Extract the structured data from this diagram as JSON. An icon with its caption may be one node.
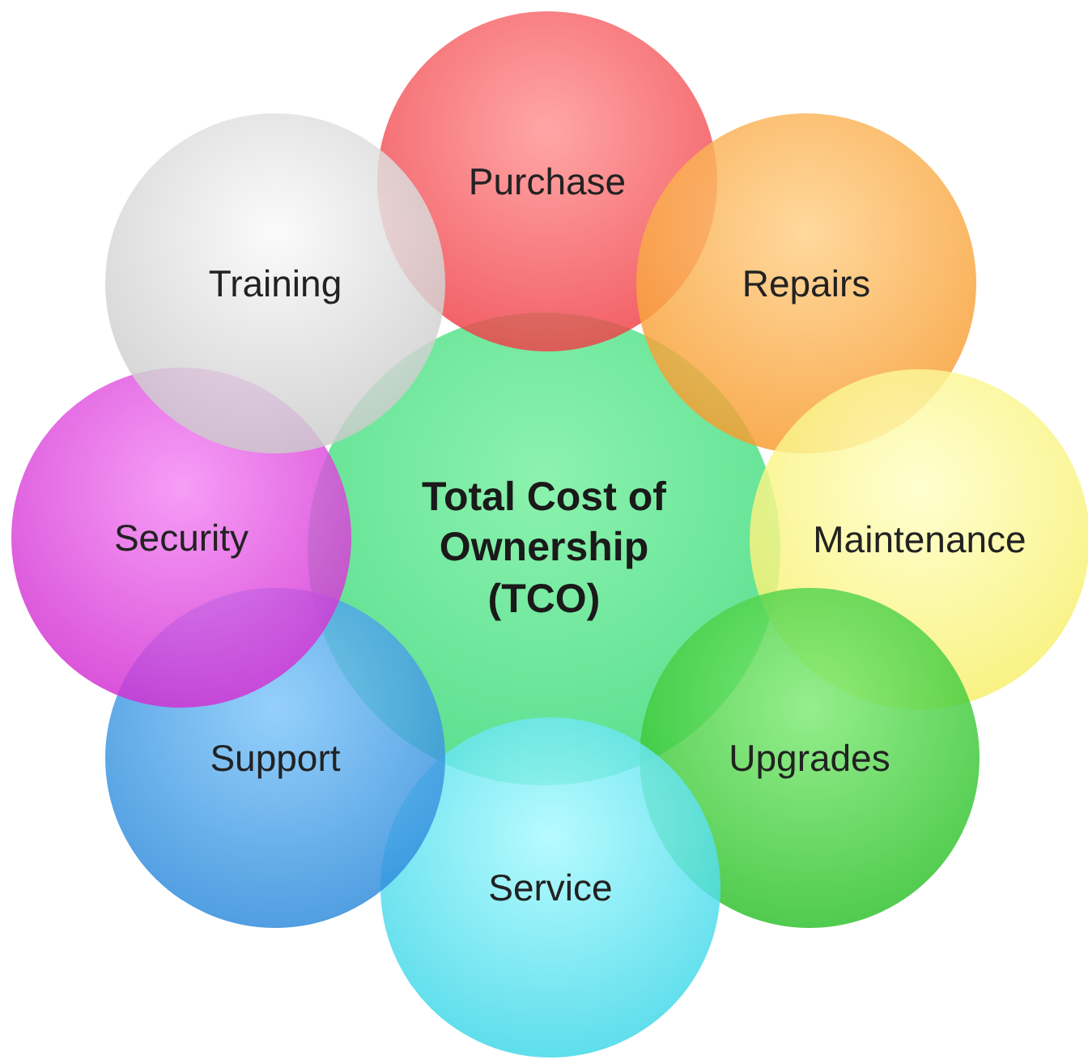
{
  "diagram": {
    "nodes": [
      {
        "text": [
          "Total Cost of Ownership (TCO)"
        ]
      },
      {
        "text": [
          "Purchase"
        ]
      },
      {
        "text": [
          "Repairs"
        ]
      },
      {
        "text": [
          "Maintenance"
        ]
      },
      {
        "text": [
          "Upgrades"
        ]
      },
      {
        "text": [
          "Service"
        ]
      },
      {
        "text": [
          "Support"
        ]
      },
      {
        "text": [
          "Security"
        ]
      },
      {
        "text": [
          "Training"
        ]
      }
    ]
  }
}
